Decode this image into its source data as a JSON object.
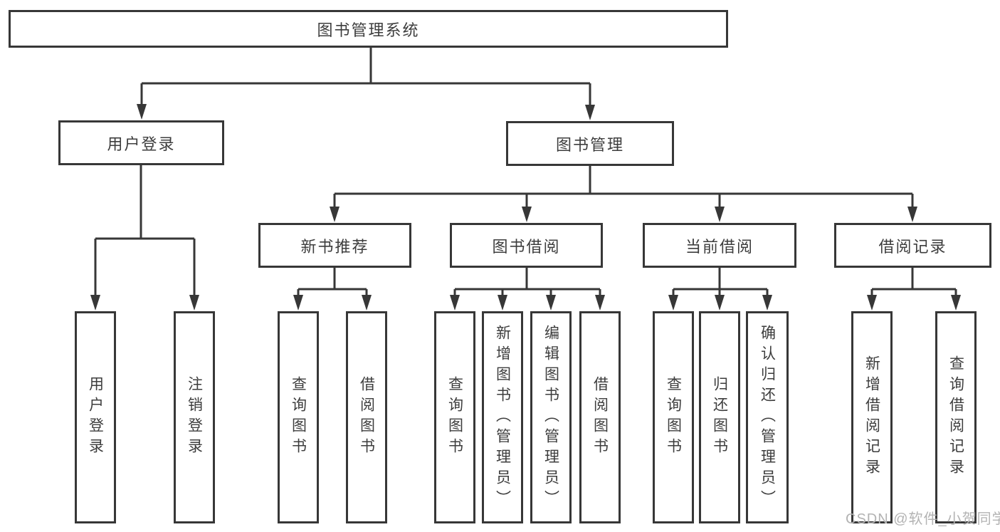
{
  "root": {
    "label": "图书管理系统"
  },
  "userLogin": {
    "label": "用户登录",
    "leaves": [
      {
        "label": "用户登录"
      },
      {
        "label": "注销登录"
      }
    ]
  },
  "bookManagement": {
    "label": "图书管理",
    "groups": [
      {
        "label": "新书推荐",
        "leaves": [
          {
            "label": "查询图书"
          },
          {
            "label": "借阅图书"
          }
        ]
      },
      {
        "label": "图书借阅",
        "leaves": [
          {
            "label": "查询图书"
          },
          {
            "label": "新增图书（管理员）"
          },
          {
            "label": "编辑图书（管理员）"
          },
          {
            "label": "借阅图书"
          }
        ]
      },
      {
        "label": "当前借阅",
        "leaves": [
          {
            "label": "查询图书"
          },
          {
            "label": "归还图书"
          },
          {
            "label": "确认归还（管理员）"
          }
        ]
      },
      {
        "label": "借阅记录",
        "leaves": [
          {
            "label": "新增借阅记录"
          },
          {
            "label": "查询借阅记录"
          }
        ]
      }
    ]
  },
  "watermark": "CSDN @软件_小贺同学",
  "colors": {
    "line": "#373737",
    "text": "#3d3d3d",
    "background": "#ffffff",
    "watermark": "#b3b3b3"
  }
}
